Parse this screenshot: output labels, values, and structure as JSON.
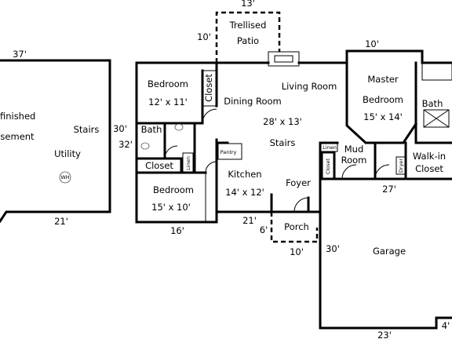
{
  "basement": {
    "unfinished": "nfinished",
    "basement": "sement",
    "stairs": "Stairs",
    "utility": "Utility",
    "water_heater": "WH",
    "dim_top": "37'",
    "dim_right": "30'",
    "dim_bottom": "21'"
  },
  "patio": {
    "title1": "Trellised",
    "title2": "Patio",
    "dim_top": "13'",
    "dim_left": "10'"
  },
  "rooms": {
    "bedroom1": {
      "name": "Bedroom",
      "size": "12' x 11'"
    },
    "closet_vertical": "Closet",
    "dining": "Dining Room",
    "living": "Living Room",
    "living_size": "28' x 13'",
    "stairs": "Stairs",
    "bath": "Bath",
    "closet": "Closet",
    "linen": "Linen",
    "pantry": "Pantry",
    "kitchen": {
      "name": "Kitchen",
      "size": "14' x 12'"
    },
    "bedroom2": {
      "name": "Bedroom",
      "size": "15' x 10'"
    },
    "foyer": "Foyer",
    "porch": "Porch",
    "mud_room1": "Mud",
    "mud_room2": "Room",
    "linen2": "Linen",
    "closet_small": "Closet",
    "master": {
      "name1": "Master",
      "name2": "Bedroom",
      "size": "15' x 14'"
    },
    "bath2": "Bath",
    "walkin1": "Walk-in",
    "walkin2": "Closet",
    "dryer": "Dryer",
    "garage": "Garage"
  },
  "dims": {
    "house_left": "32'",
    "bedroom_bottom": "16'",
    "kitchen_bottom": "21'",
    "porch_left": "6'",
    "porch_bottom": "10'",
    "master_top": "10'",
    "garage_top": "27'",
    "garage_left": "30'",
    "garage_bottom": "23'",
    "garage_right": "4'"
  }
}
